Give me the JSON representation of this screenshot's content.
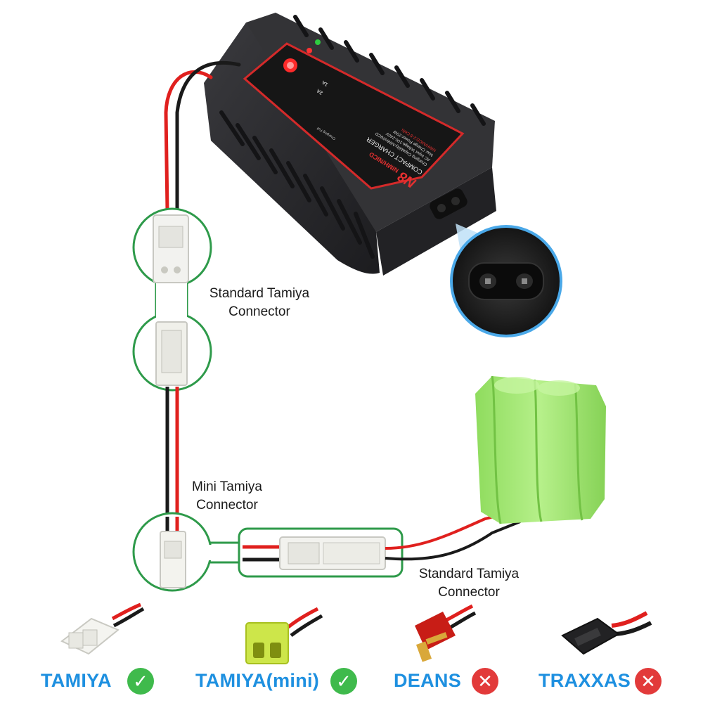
{
  "charger": {
    "model_badge": "N8",
    "subtitle": "NIMH/NICD",
    "heading": "COMPACT CHARGER",
    "spec_line_1": "Charging Capability:NIMH/NICD",
    "spec_line_2": "AC Input Voltage:100-240V",
    "spec_line_3": "Max Charge Power:20W",
    "spec_line_4": "NIMH/NICD:2-8 Cells",
    "indicator_charging": "Charging",
    "indicator_full": "Full",
    "current_1a": "1A",
    "current_2a": "2A"
  },
  "callouts": {
    "charger_connector_line1": "Standard Tamiya",
    "charger_connector_line2": "Connector",
    "mini_connector_line1": "Mini Tamiya",
    "mini_connector_line2": "Connector",
    "battery_connector_line1": "Standard Tamiya",
    "battery_connector_line2": "Connector"
  },
  "compatibility": [
    {
      "label": "TAMIYA",
      "status": "compatible",
      "mark": "✓"
    },
    {
      "label": "TAMIYA(mini)",
      "status": "compatible",
      "mark": "✓"
    },
    {
      "label": "DEANS",
      "status": "incompatible",
      "mark": "✕"
    },
    {
      "label": "TRAXXAS",
      "status": "incompatible",
      "mark": "✕"
    }
  ],
  "colors": {
    "label_blue": "#1e90e0",
    "check_green": "#3fba4c",
    "cross_red": "#e23a3a",
    "callout_circle": "#2e9a4a",
    "wire_red": "#e0201e",
    "wire_black": "#1a1a1a",
    "battery_green": "#9ee672",
    "charger_body": "#2b2b2e",
    "zoom_ring": "#4aa8e8"
  }
}
